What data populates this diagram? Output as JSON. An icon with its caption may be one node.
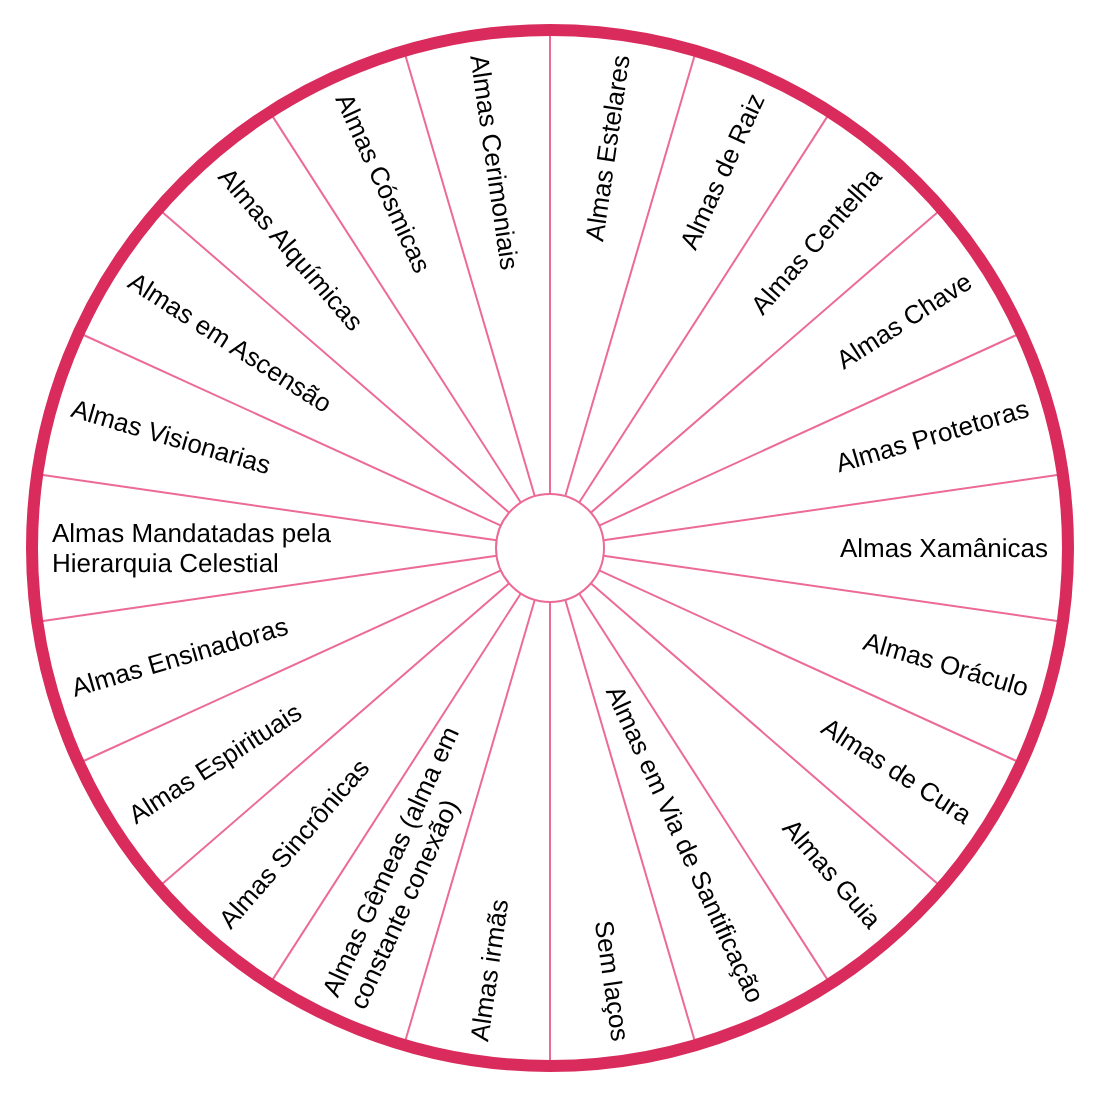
{
  "diagram": {
    "nodes": [
      {
        "text": [
          "Almas Estelares"
        ]
      },
      {
        "text": [
          "Almas de Raiz"
        ]
      },
      {
        "text": [
          "Almas Centelha"
        ]
      },
      {
        "text": [
          "Almas Chave"
        ]
      },
      {
        "text": [
          "Almas Protetoras"
        ]
      },
      {
        "text": [
          "Almas Xamânicas"
        ]
      },
      {
        "text": [
          "Almas Oráculo"
        ]
      },
      {
        "text": [
          "Almas de Cura"
        ]
      },
      {
        "text": [
          "Almas Guia"
        ]
      },
      {
        "text": [
          "Almas em Via de Santificação"
        ]
      },
      {
        "text": [
          "Sem laços"
        ]
      },
      {
        "text": [
          "Almas irmãs"
        ]
      },
      {
        "text": [
          "Almas Gêmeas (alma em constante conexão)"
        ]
      },
      {
        "text": [
          "Almas Sincrônicas"
        ]
      },
      {
        "text": [
          "Almas Espirituais"
        ]
      },
      {
        "text": [
          "Almas Ensinadoras"
        ]
      },
      {
        "text": [
          "Almas Mandatadas pela Hierarquia Celestial"
        ]
      },
      {
        "text": [
          "Almas Visionarias"
        ]
      },
      {
        "text": [
          "Almas em Ascensão"
        ]
      },
      {
        "text": [
          "Almas Alquímicas"
        ]
      },
      {
        "text": [
          "Almas Cósmicas"
        ]
      },
      {
        "text": [
          "Almas Cerimoniais"
        ]
      }
    ]
  }
}
